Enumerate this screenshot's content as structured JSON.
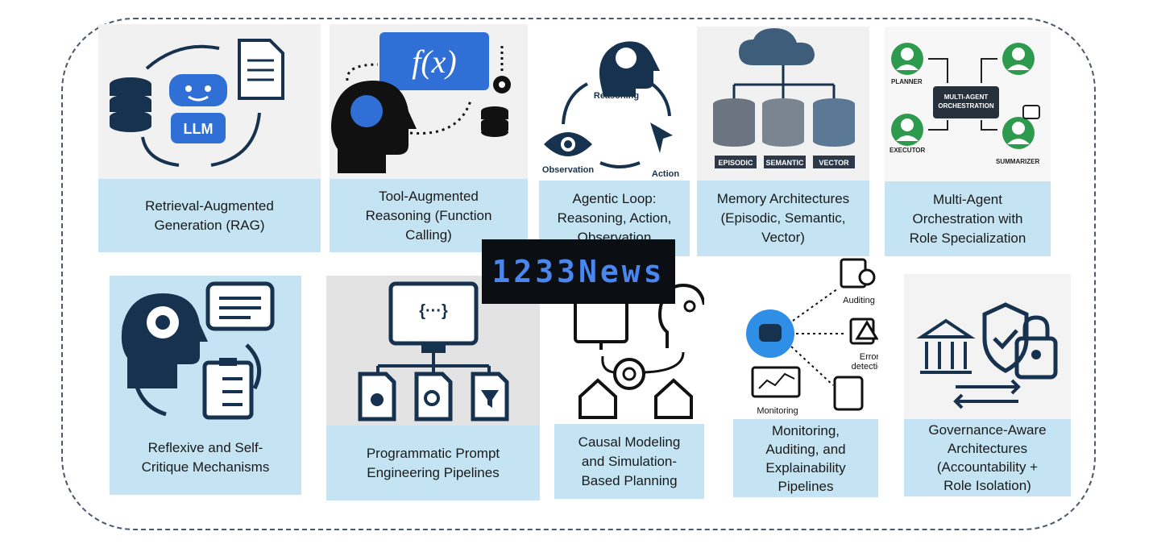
{
  "diagram": {
    "cards": [
      {
        "title": "Retrieval-Augmented\nGeneration (RAG)",
        "tags": [
          "LLM"
        ]
      },
      {
        "title": "Tool-Augmented\nReasoning (Function\nCalling)",
        "tags": [
          "f(x)"
        ]
      },
      {
        "title": "Agentic Loop:\nReasoning, Action,\nObservation",
        "tags": [
          "Reasoning",
          "Action",
          "Observation"
        ]
      },
      {
        "title": "Memory Architectures\n(Episodic, Semantic,\nVector)",
        "tags": [
          "EPISODIC",
          "SEMANTIC",
          "VECTOR"
        ]
      },
      {
        "title": "Multi-Agent\nOrchestration with\nRole Specialization",
        "tags": [
          "PLANNER",
          "EXECUTOR",
          "SUMMARIZER",
          "MULTI-AGENT",
          "ORCHESTRATION"
        ]
      },
      {
        "title": "Reflexive and Self-\nCritique Mechanisms",
        "tags": []
      },
      {
        "title": "Programmatic Prompt\nEngineering Pipelines",
        "tags": [
          "{···}"
        ]
      },
      {
        "title": "Causal Modeling\nand Simulation-\nBased Planning",
        "tags": []
      },
      {
        "title": "Monitoring,\nAuditing, and\nExplainability\nPipelines",
        "tags": [
          "Auditing",
          "Error",
          "detection",
          "Monitoring"
        ]
      },
      {
        "title": "Governance-Aware\nArchitectures\n(Accountability +\nRole Isolation)",
        "tags": []
      }
    ]
  },
  "watermark": {
    "text": "1233News"
  },
  "colors": {
    "label_bg": "#c5e4f3",
    "navy": "#17324f",
    "blue": "#2f6fd6",
    "green": "#2e9a4e",
    "border": "#4a5a6e"
  }
}
